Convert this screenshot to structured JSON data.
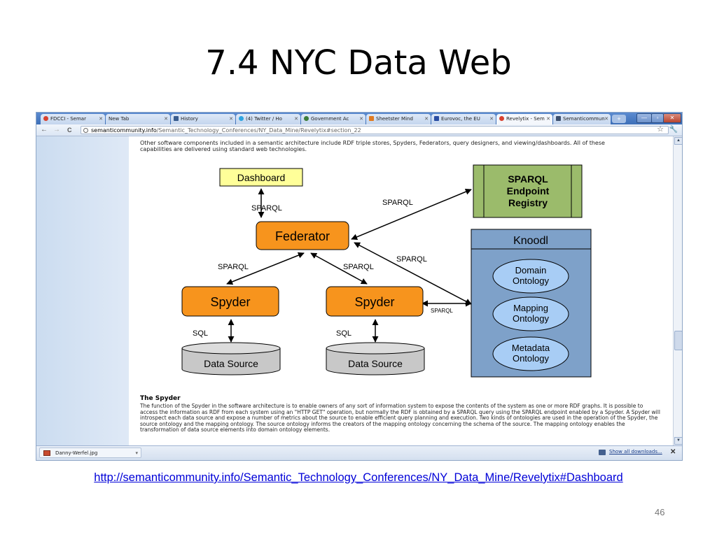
{
  "slide": {
    "title": "7.4 NYC Data Web",
    "link": "http://semanticommunity.info/Semantic_Technology_Conferences/NY_Data_Mine/Revelytix#Dashboard",
    "page_number": "46"
  },
  "browser": {
    "tabs": [
      {
        "label": "FDCCI - Semar",
        "icon": "red-circle-icon",
        "active": false
      },
      {
        "label": "New Tab",
        "icon": "",
        "active": false
      },
      {
        "label": "History",
        "icon": "history-icon",
        "active": false
      },
      {
        "label": "(4) Twitter / Ho",
        "icon": "twitter-bird-icon",
        "active": false
      },
      {
        "label": "Government Ac",
        "icon": "globe-icon",
        "active": false
      },
      {
        "label": "Sheetster Mind",
        "icon": "sheetster-icon",
        "active": false
      },
      {
        "label": "Eurovoc, the EU",
        "icon": "eurovoc-icon",
        "active": false
      },
      {
        "label": "Revelytix - Sem",
        "icon": "red-circle-icon",
        "active": true
      },
      {
        "label": "Semanticommun",
        "icon": "grid-icon",
        "active": false
      }
    ],
    "url_host": "semanticommunity.info",
    "url_path": "/Semantic_Technology_Conferences/NY_Data_Mine/Revelytix#section_22",
    "intro_text": "Other software components included in a semantic architecture include RDF triple stores, Spyders, Federators, query designers, and viewing/dashboards. All of these capabilities are delivered using standard web technologies.",
    "diagram": {
      "dashboard": "Dashboard",
      "federator": "Federator",
      "spyder_left": "Spyder",
      "spyder_right": "Spyder",
      "datasource_left": "Data Source",
      "datasource_right": "Data Source",
      "registry": [
        "SPARQL",
        "Endpoint",
        "Registry"
      ],
      "knoodl_title": "Knoodl",
      "domain_ontology": [
        "Domain",
        "Ontology"
      ],
      "mapping_ontology": [
        "Mapping",
        "Ontology"
      ],
      "metadata_ontology": [
        "Metadata",
        "Ontology"
      ],
      "sparql_dash": "SPARQL",
      "sparql_registry": "SPARQL",
      "sparql_knoodl": "SPARQL",
      "sparql_spyder_left": "SPARQL",
      "sparql_spyder_right": "SPARQL",
      "sparql_spyder_knoodl": "SPARQL",
      "sql_left": "SQL",
      "sql_right": "SQL"
    },
    "section_heading": "The Spyder",
    "section_text": "The function of the Spyder in the software architecture is to enable owners of any sort of information system to expose the contents of the system as one or more RDF graphs. It is possible to access the information as RDF from each system using an \"HTTP GET\" operation, but normally the RDF is obtained by a SPARQL query using the SPARQL endpoint enabled by a Spyder. A Spyder will introspect each data source and expose a number of metrics about the source to enable efficient query planning and execution. Two kinds of ontologies are used in the operation of the Spyder, the source ontology and the mapping ontology. The source ontology informs the creators of the mapping ontology concerning the schema of the source. The mapping ontology enables the transformation of data source elements into domain ontology elements.",
    "download": {
      "file": "Danny-Werfel.jpg",
      "show_all": "Show all downloads..."
    }
  },
  "colors": {
    "orange_box": "#f7941d",
    "dashboard_fill": "#ffff99",
    "registry_fill": "#9bbb6b",
    "knoodl_fill": "#7ea1c9",
    "ontology_fill": "#a8cdf5",
    "datasource_fill": "#c8c8c8",
    "link": "#0000d8"
  }
}
